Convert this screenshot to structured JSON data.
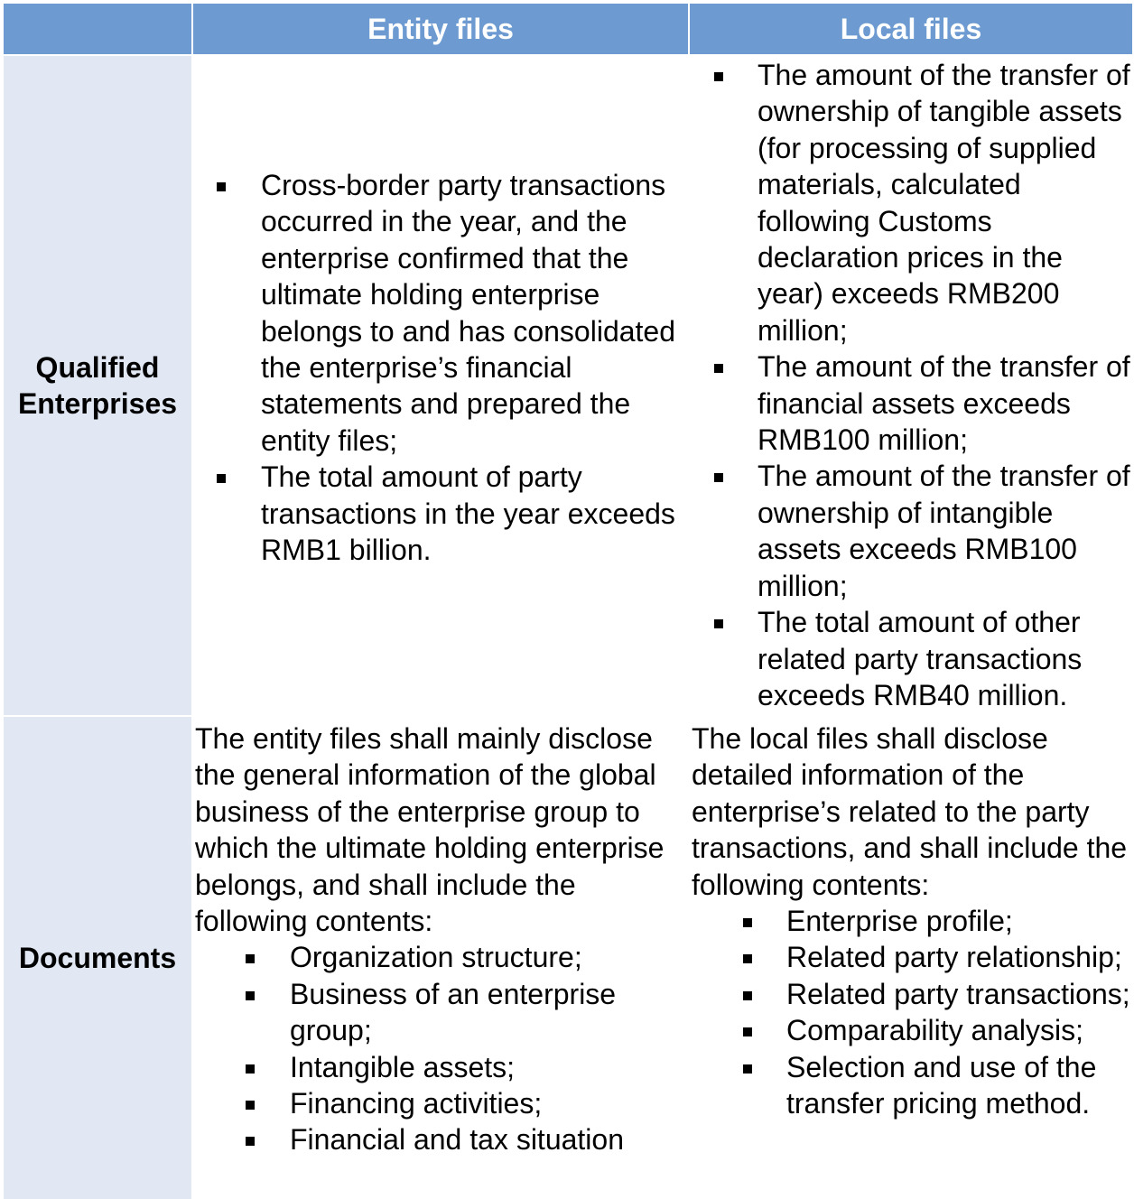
{
  "header": {
    "col1": "Entity files",
    "col2": "Local files"
  },
  "rows": {
    "qualified": {
      "label": "Qualified Enterprises",
      "entity_items": [
        "Cross-border party transactions occurred in the year, and the enterprise confirmed that the ultimate holding enterprise belongs to and has consolidated the enterprise’s financial statements and prepared the entity files;",
        "The total amount of party transactions in the year exceeds RMB1 billion."
      ],
      "local_items": [
        "The amount of the transfer of ownership of tangible assets (for processing of supplied materials, calculated following Customs declaration prices in the year) exceeds RMB200 million;",
        "The amount of the transfer of financial assets exceeds RMB100 million;",
        "The amount of the transfer of ownership of intangible assets exceeds RMB100 million;",
        "The total amount of other related party transactions exceeds RMB40 million."
      ]
    },
    "documents": {
      "label": "Documents",
      "entity_intro": "The entity files shall mainly disclose the general information of the global business of the enterprise group to which the ultimate holding enterprise belongs, and shall include the following contents:",
      "entity_items": [
        "Organization structure;",
        "Business of an enterprise group;",
        "Intangible assets;",
        "Financing activities;",
        "Financial and tax situation"
      ],
      "local_intro": "The local files shall disclose detailed information of the enterprise’s related to the party transactions, and shall include the following contents:",
      "local_items": [
        "Enterprise profile;",
        "Related party relationship;",
        "Related party transactions;",
        "Comparability analysis;",
        "Selection and use of the transfer pricing method."
      ]
    }
  }
}
